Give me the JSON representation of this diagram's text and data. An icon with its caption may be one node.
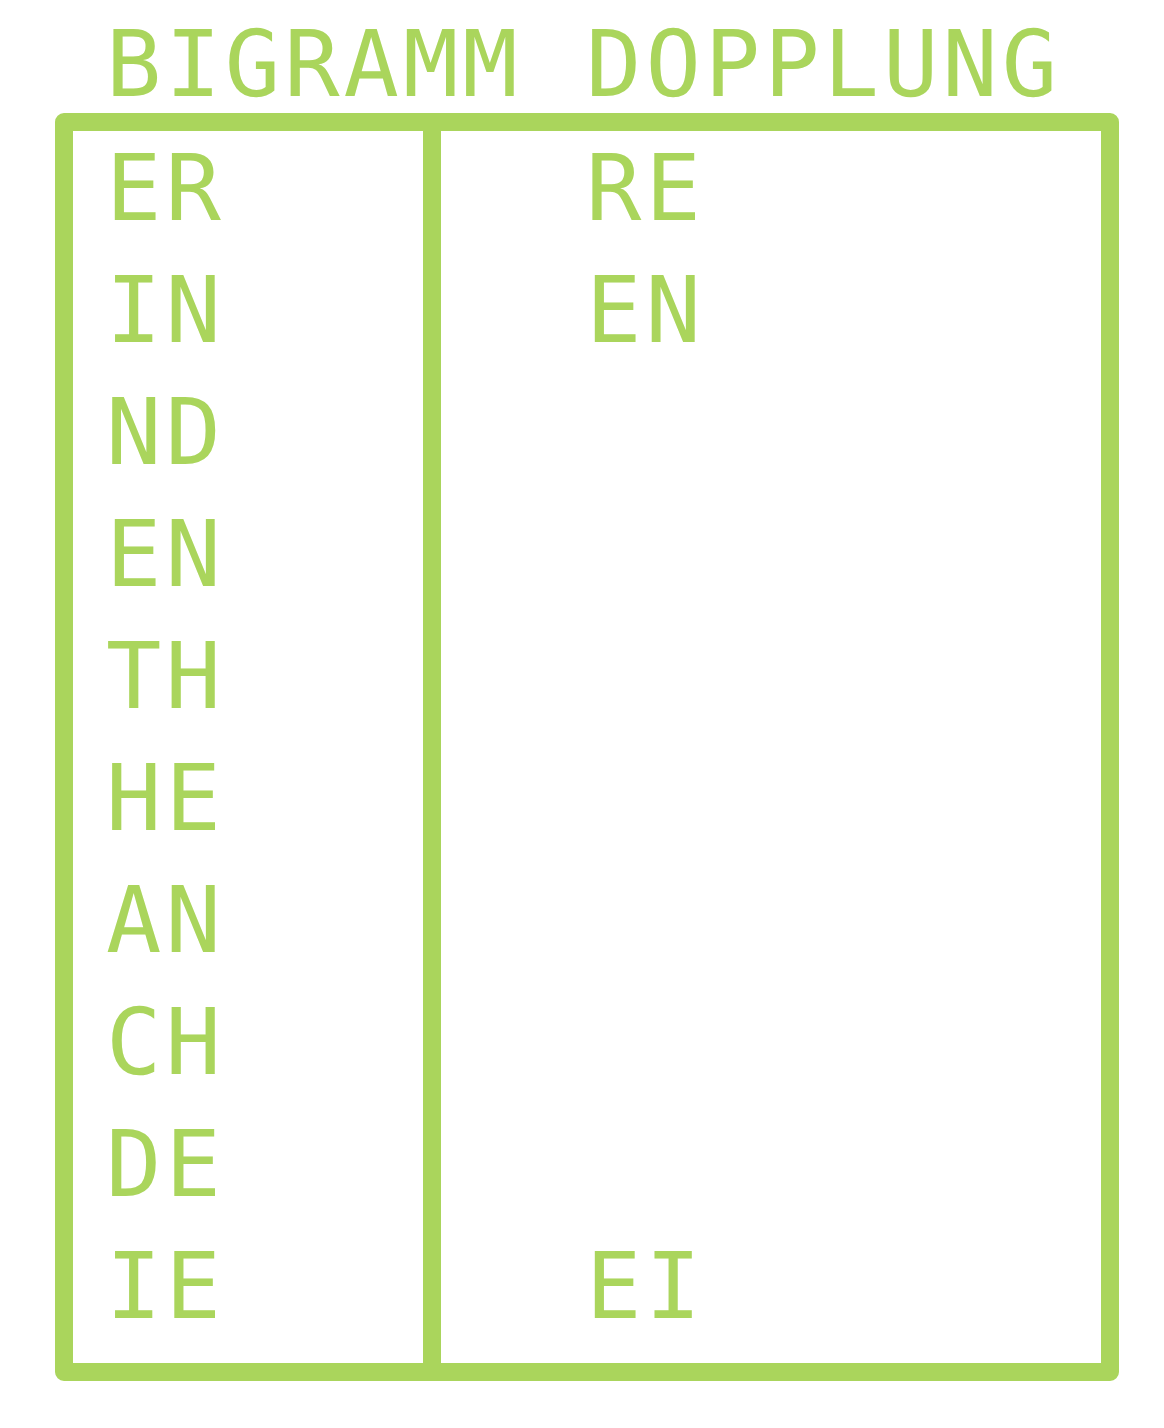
{
  "diagram": {
    "labels": [
      "BIGRAMM",
      "DOPPLUNG",
      "ER",
      "RE",
      "IN",
      "EN",
      "ND",
      "EN",
      "TH",
      "HE",
      "AN",
      "CH",
      "DE",
      "IE",
      "EI"
    ]
  }
}
